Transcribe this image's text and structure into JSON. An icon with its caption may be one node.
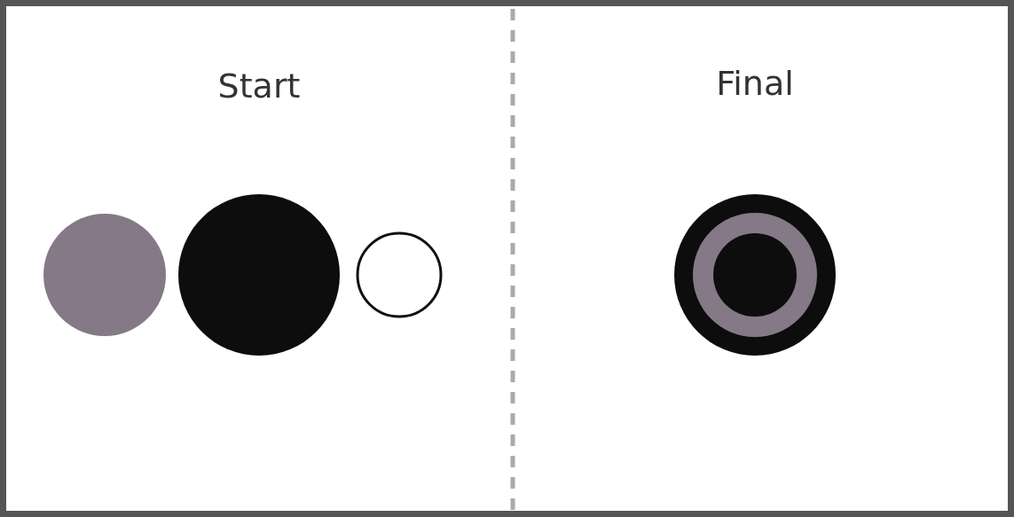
{
  "diagram": {
    "nodes": [
      {
        "text": [],
        "shape": "circle"
      },
      {
        "text": [],
        "shape": "circle"
      },
      {
        "text": [],
        "shape": "circle"
      },
      {
        "text": [],
        "shape": "circle"
      }
    ],
    "labels": [
      "Start",
      "Final"
    ]
  }
}
